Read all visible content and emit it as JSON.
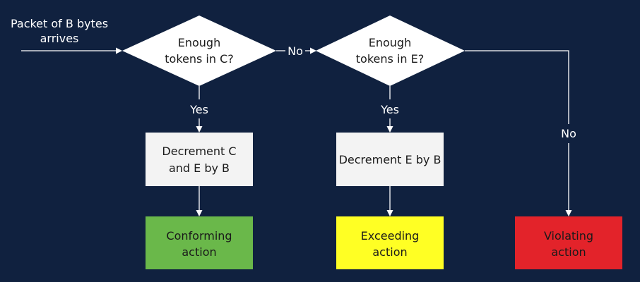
{
  "colors": {
    "background": "#10213f",
    "edge": "#ffffff",
    "text_on_dark": "#ffffff",
    "text_on_light": "#1a1a1a"
  },
  "start": {
    "line1": "Packet of B bytes",
    "line2": "arrives"
  },
  "decision_c": {
    "line1": "Enough",
    "line2": "tokens in C?",
    "fill": "#ffffff"
  },
  "decision_e": {
    "line1": "Enough",
    "line2": "tokens in E?",
    "fill": "#ffffff"
  },
  "edges": {
    "c_no": "No",
    "c_yes": "Yes",
    "e_yes": "Yes",
    "e_no": "No"
  },
  "process_ce": {
    "line1": "Decrement C",
    "line2": "and E by B",
    "fill": "#f3f3f3"
  },
  "process_e": {
    "line1": "Decrement E by B",
    "fill": "#f3f3f3"
  },
  "outcomes": {
    "conforming": {
      "line1": "Conforming",
      "line2": "action",
      "fill": "#6ab84a"
    },
    "exceeding": {
      "line1": "Exceeding",
      "line2": "action",
      "fill": "#ffff24"
    },
    "violating": {
      "line1": "Violating",
      "line2": "action",
      "fill": "#e3232a"
    }
  }
}
